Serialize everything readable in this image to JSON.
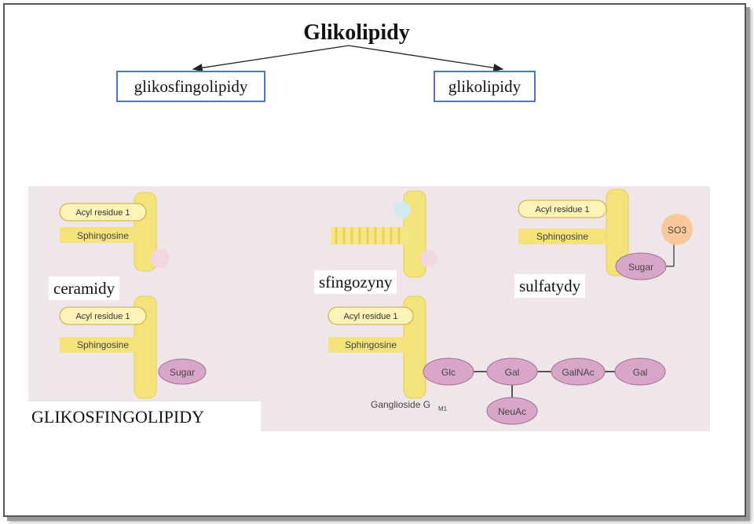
{
  "title": "Glikolipidy",
  "categories": {
    "left": "glikosfingolipidy",
    "right": "glikolipidy"
  },
  "figure": {
    "acyl_label": "Acyl residue 1",
    "sphingosine_label": "Sphingosine",
    "sugar_label": "Sugar",
    "so3_label": "SO3",
    "ganglioside_label": "Ganglioside G",
    "ganglioside_subscript": "M1",
    "glc_label": "Glc",
    "gal_label": "Gal",
    "galnac_label": "GalNAc",
    "gal2_label": "Gal",
    "neuac_label": "NeuAc"
  },
  "labels": {
    "ceramidy": "ceramidy",
    "sfingozyny": "sfingozyny",
    "sulfatydy": "sulfatydy",
    "caption": "GLIKOSFINGOLIPIDY"
  },
  "colors": {
    "box_border": "#4a78c4",
    "lipid_yellow": "#f4e27a",
    "sugar_purple": "#d8a6c8"
  }
}
